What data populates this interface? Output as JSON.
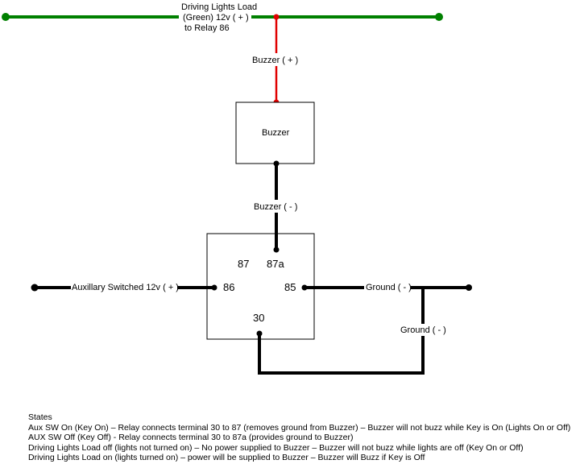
{
  "labels": {
    "driving_load_line1": "Driving Lights Load",
    "driving_load_line2": "(Green) 12v ( + )",
    "driving_load_line3": "to Relay 86",
    "buzzer_pos": "Buzzer ( + )",
    "buzzer_box": "Buzzer",
    "buzzer_neg": "Buzzer ( - )",
    "aux_switched": "Auxillary Switched 12v  ( + )",
    "ground_right": "Ground ( - )",
    "ground_lower": "Ground ( - )"
  },
  "relay_pins": {
    "p87": "87",
    "p87a": "87a",
    "p86": "86",
    "p85": "85",
    "p30": "30"
  },
  "states": {
    "title": "States",
    "lines": [
      "Aux SW On (Key On) – Relay connects terminal 30 to 87 (removes ground from Buzzer) – Buzzer will not buzz while Key is On (Lights On or Off)",
      "AUX SW Off (Key Off) - Relay connects terminal 30 to 87a (provides ground to Buzzer)",
      "Driving Lights Load off (lights not turned on) – No power supplied to Buzzer – Buzzer will not buzz while lights are off (Key On or Off)",
      "Driving Lights Load on (lights turned on) – power will be supplied to Buzzer – Buzzer will Buzz if Key is Off"
    ]
  },
  "colors": {
    "power_wire": "#008000",
    "buzzer_pos_wire": "#e00000",
    "ground_wire": "#000000"
  }
}
